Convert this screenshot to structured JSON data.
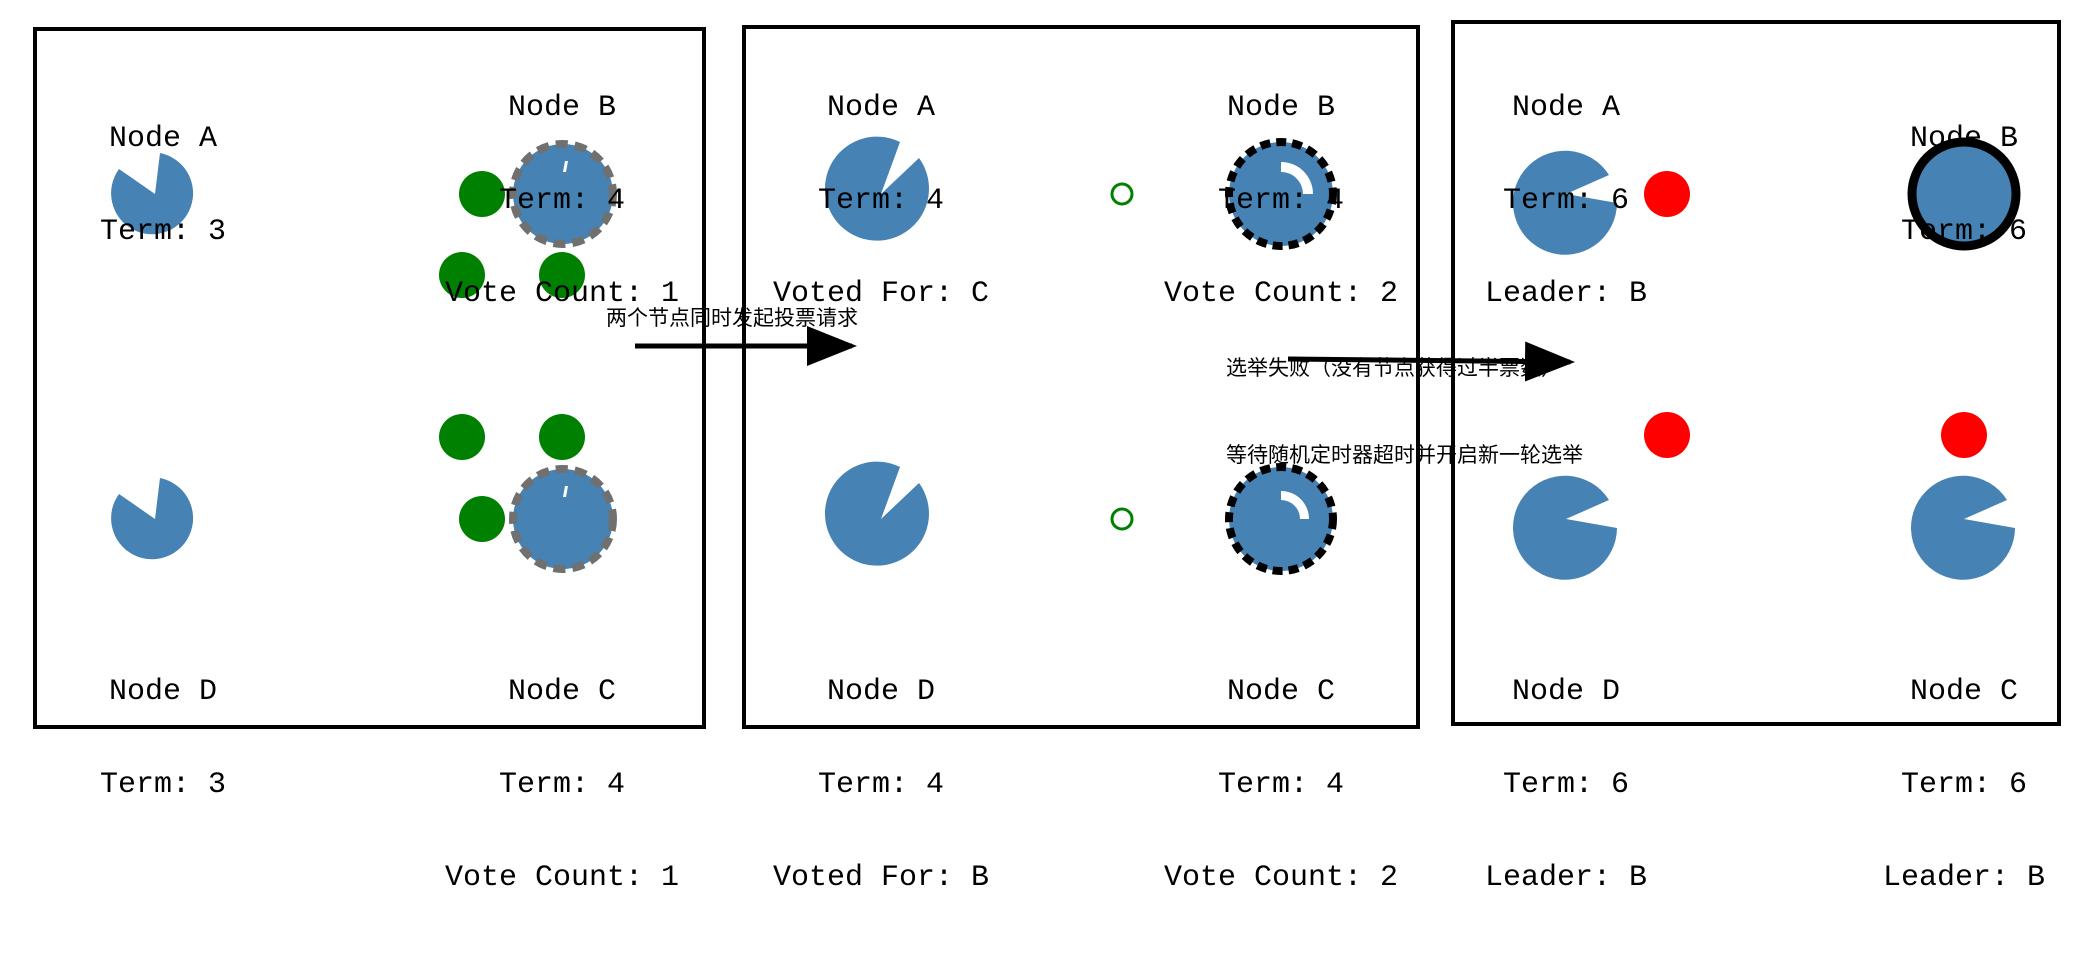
{
  "colors": {
    "node": "#4682b4",
    "vote": "#008000",
    "heartbeat": "#ff0000",
    "stroke": "#000000",
    "candidate_ring": "#707070"
  },
  "panels": [
    {
      "nodes": {
        "a": {
          "name": "Node A",
          "term": "Term: 3"
        },
        "b": {
          "name": "Node B",
          "term": "Term: 4",
          "extra": "Vote Count: 1"
        },
        "c": {
          "name": "Node C",
          "term": "Term: 4",
          "extra": "Vote Count: 1"
        },
        "d": {
          "name": "Node D",
          "term": "Term: 3"
        }
      }
    },
    {
      "nodes": {
        "a": {
          "name": "Node A",
          "term": "Term: 4",
          "extra": "Voted For: C"
        },
        "b": {
          "name": "Node B",
          "term": "Term: 4",
          "extra": "Vote Count: 2"
        },
        "c": {
          "name": "Node C",
          "term": "Term: 4",
          "extra": "Vote Count: 2"
        },
        "d": {
          "name": "Node D",
          "term": "Term: 4",
          "extra": "Voted For: B"
        }
      }
    },
    {
      "nodes": {
        "a": {
          "name": "Node A",
          "term": "Term: 6",
          "extra": "Leader: B"
        },
        "b": {
          "name": "Node B",
          "term": "Term: 6"
        },
        "c": {
          "name": "Node C",
          "term": "Term: 6",
          "extra": "Leader: B"
        },
        "d": {
          "name": "Node D",
          "term": "Term: 6",
          "extra": "Leader: B"
        }
      }
    }
  ],
  "annotations": {
    "step1": "两个节点同时发起投票请求",
    "step2_line1": "选举失败（没有节点获得过半票数）",
    "step2_line2": "等待随机定时器超时并开启新一轮选举"
  }
}
